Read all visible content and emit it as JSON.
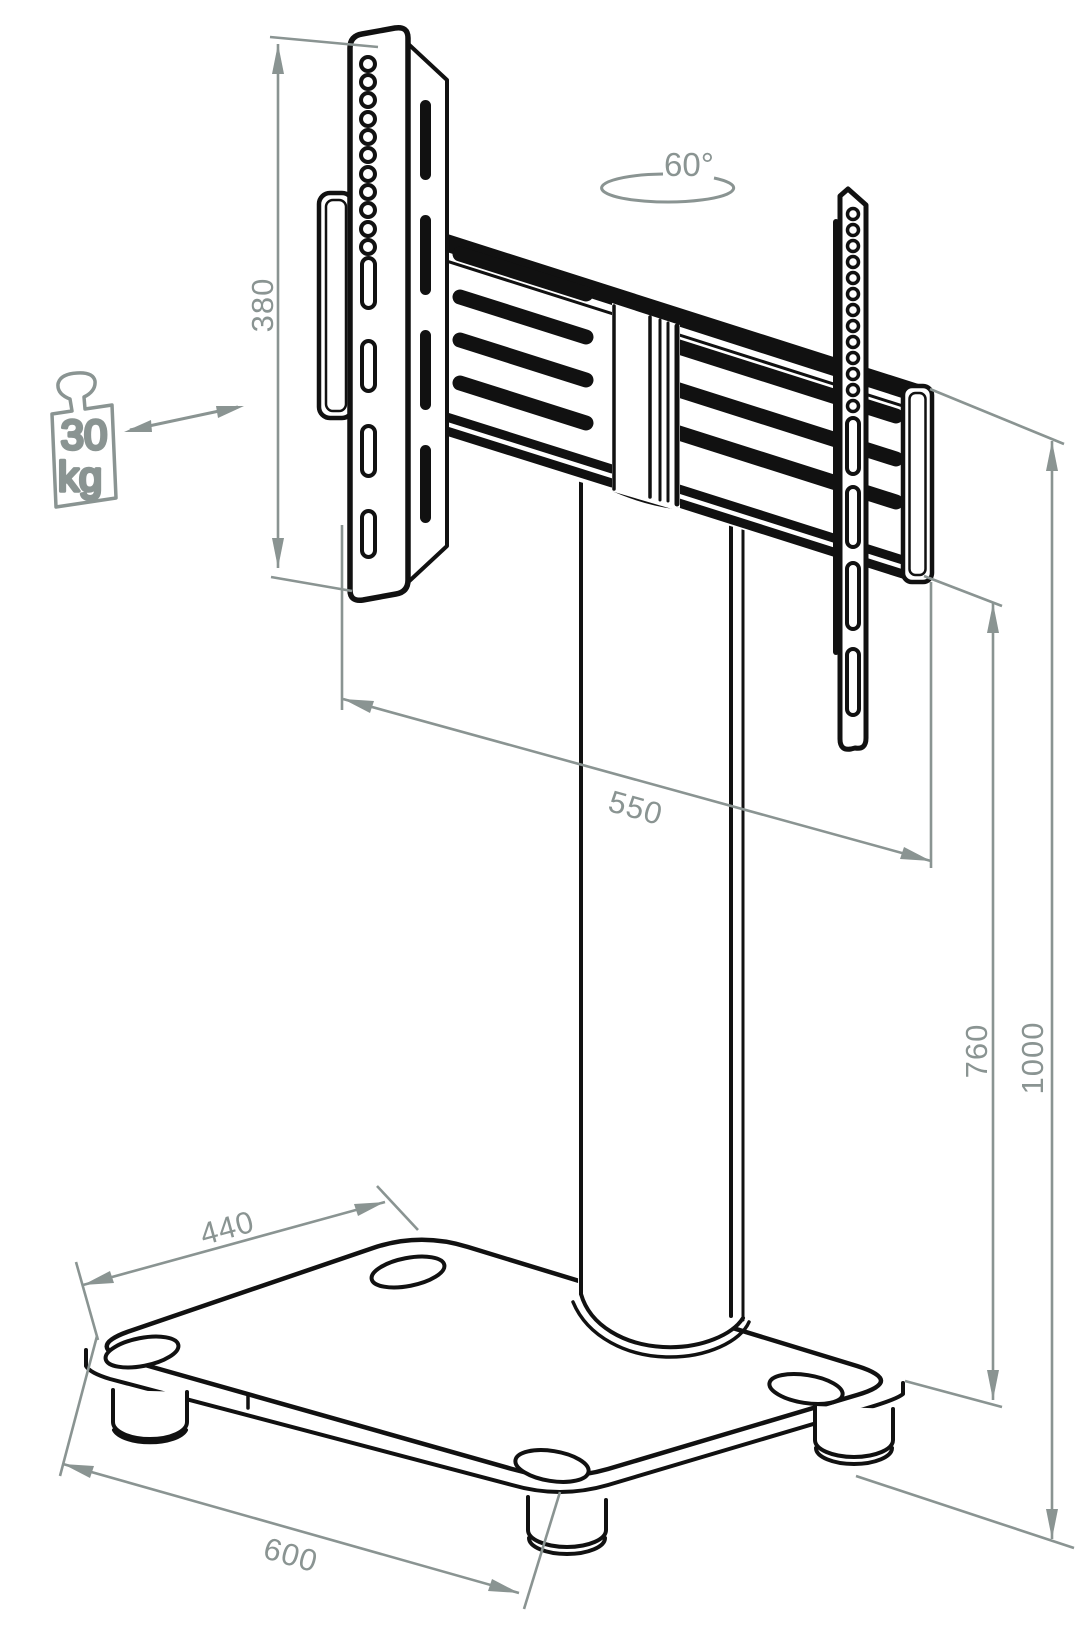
{
  "dimensions": {
    "vesa_bracket_height": "380",
    "crossbar_width": "550",
    "column_height": "760",
    "total_height": "1000",
    "base_depth": "440",
    "base_width": "600"
  },
  "annotations": {
    "max_load_value": "30",
    "max_load_unit": "kg",
    "swivel_angle": "60°"
  },
  "colors": {
    "drawing_line": "#111111",
    "dimension_gray": "#8a9492",
    "background": "#ffffff"
  }
}
